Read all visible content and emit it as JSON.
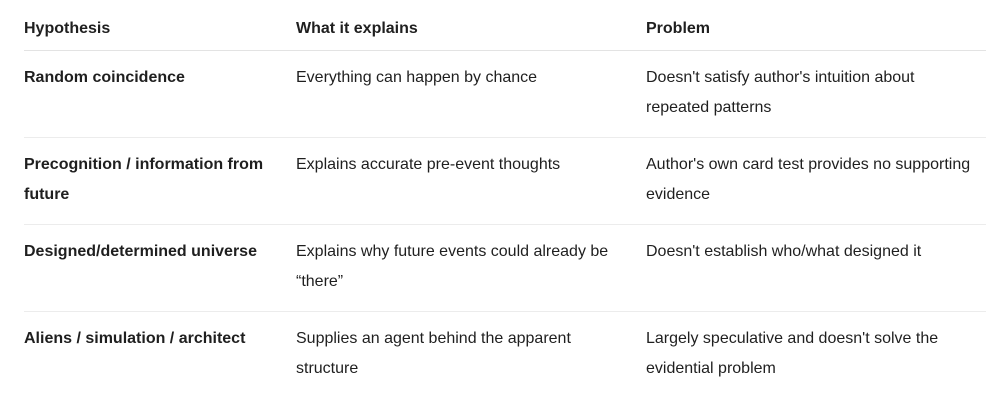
{
  "table": {
    "headers": [
      "Hypothesis",
      "What it explains",
      "Problem"
    ],
    "rows": [
      {
        "hypothesis": "Random coincidence",
        "explains": "Everything can happen by chance",
        "problem": "Doesn't satisfy author's intuition about repeated patterns"
      },
      {
        "hypothesis": "Precognition / information from future",
        "explains": "Explains accurate pre-event thoughts",
        "problem": "Author's own card test provides no supporting evidence"
      },
      {
        "hypothesis": "Designed/determined universe",
        "explains": "Explains why future events could already be “there”",
        "problem": "Doesn't establish who/what designed it"
      },
      {
        "hypothesis": "Aliens / simulation / architect",
        "explains": "Supplies an agent behind the apparent structure",
        "problem": "Largely speculative and doesn't solve the evidential problem"
      }
    ]
  }
}
